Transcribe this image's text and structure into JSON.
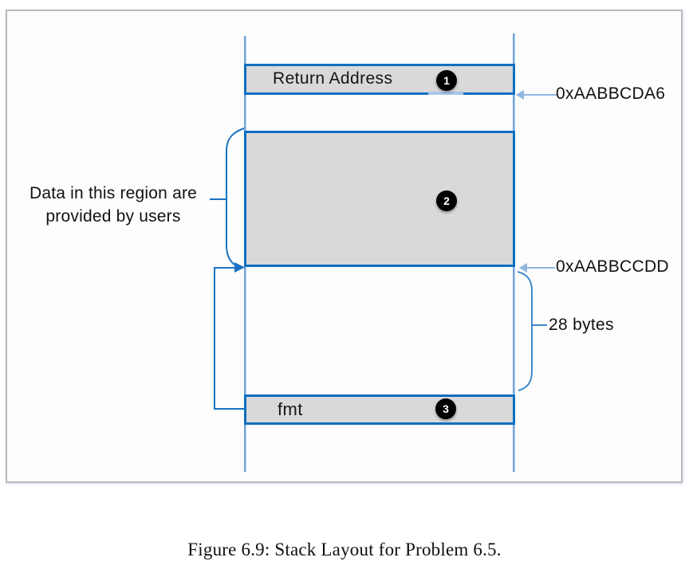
{
  "figure_caption": "Figure 6.9: Stack Layout for Problem 6.5.",
  "stack_diagram": {
    "boxes": {
      "return_address": {
        "label": "Return Address",
        "badge": "1"
      },
      "user_region": {
        "badge": "2"
      },
      "fmt": {
        "label": "fmt",
        "badge": "3"
      }
    },
    "labels": {
      "region_note_line1": "Data in this region are",
      "region_note_line2": "provided by users",
      "addr_return": "0xAABBCDA6",
      "addr_region_bottom": "0xAABBCCDD",
      "size": "28 bytes"
    },
    "colors": {
      "box_border_blue": "#0d6fc0",
      "box_fill_gray": "#d9d9d9",
      "stack_rail_blue": "#76a5d8",
      "connector_blue": "#1b72c0",
      "arrow_light_blue": "#8fb6df",
      "brace_blue": "#4189c9",
      "badge_black": "#000000",
      "frame_border_gray": "#b6b9be"
    }
  }
}
